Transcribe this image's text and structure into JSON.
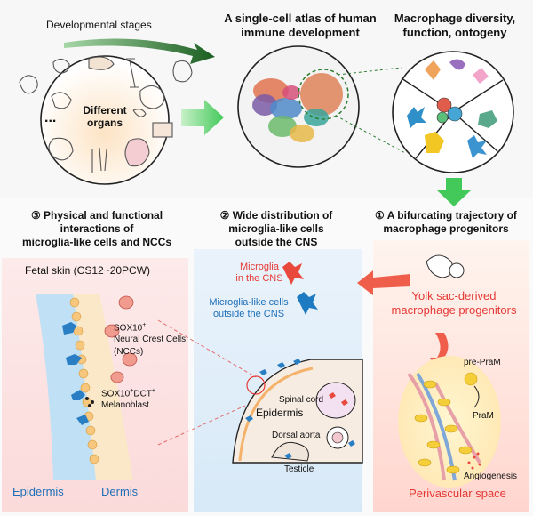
{
  "top": {
    "stages_label": "Developmental stages",
    "organs_label_line1": "Different",
    "organs_label_line2": "organs",
    "ellipsis": "...",
    "atlas_title_line1": "A single-cell atlas of human",
    "atlas_title_line2": "immune development",
    "diversity_title_line1": "Macrophage diversity,",
    "diversity_title_line2": "function, ontogeny"
  },
  "panels": {
    "p3_title": [
      "③ Physical and functional",
      "interactions of",
      "microglia-like cells and NCCs"
    ],
    "p2_title": [
      "② Wide distribution of",
      "microglia-like cells",
      "outside the CNS"
    ],
    "p1_title": [
      "① A bifurcating trajectory of",
      "macrophage progenitors"
    ]
  },
  "skin": {
    "title": "Fetal skin (CS12~20PCW)",
    "ncc_line1": "SOX10",
    "ncc_sup": "+",
    "ncc_line2": "Neural Crest Cells",
    "ncc_line3": "(NCCs)",
    "mel_line1": "SOX10",
    "mel_sup1": "+",
    "mel_mid": "DCT",
    "mel_sup2": "+",
    "mel_line2": "Melanoblast",
    "epidermis": "Epidermis",
    "dermis": "Dermis"
  },
  "distribution": {
    "microglia_line1": "Microglia",
    "microglia_line2": "in the CNS",
    "mlc_line1": "Microglia-like cells",
    "mlc_line2": "outside the CNS",
    "spinal_cord": "Spinal cord",
    "epidermis": "Epidermis",
    "dorsal_aorta": "Dorsal aorta",
    "testicle": "Testicle"
  },
  "trajectory": {
    "yolk_line1": "Yolk sac-derived",
    "yolk_line2": "macrophage progenitors",
    "pre_pram": "pre-PraM",
    "pram": "PraM",
    "angiogenesis": "Angiogenesis",
    "perivascular": "Perivascular space"
  },
  "colors": {
    "green_arrow": "#2e7d32",
    "red_text": "#e53935",
    "blue_text": "#1e6fb8",
    "microglia_red": "#e8493c",
    "mlc_blue": "#1f7bc1"
  }
}
